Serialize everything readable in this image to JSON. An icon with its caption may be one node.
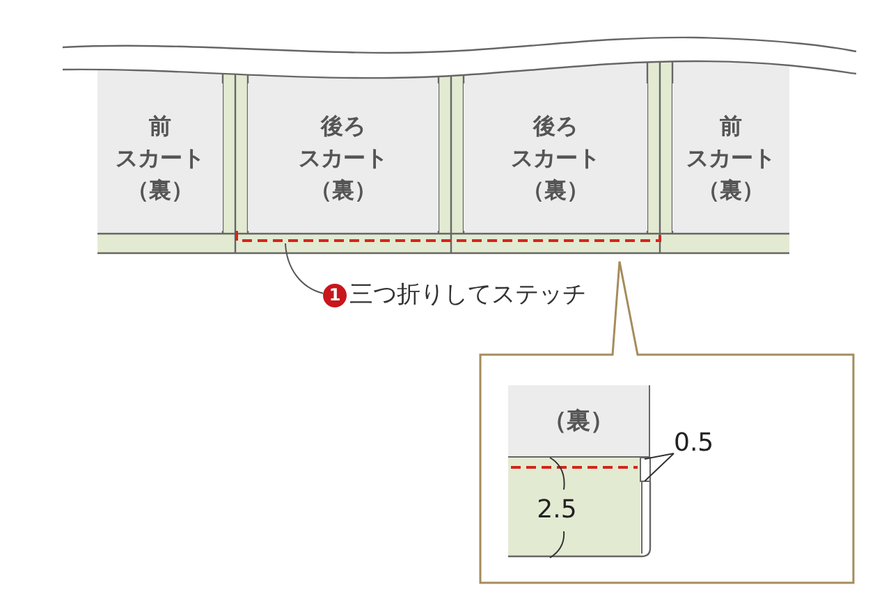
{
  "diagram": {
    "nodes": [
      {
        "text": [
          "前スカート（裏）"
        ]
      },
      {
        "text": [
          "後ろスカート（裏）"
        ]
      },
      {
        "text": [
          "後ろスカート（裏）"
        ]
      },
      {
        "text": [
          "前スカート（裏）"
        ]
      },
      {
        "text": [],
        "shape": "line"
      },
      {
        "text": [
          "1",
          "三つ折りしてステッチ"
        ]
      },
      {
        "text": [],
        "shape": "box"
      },
      {
        "text": [
          "（裏）"
        ],
        "in": 6
      }
    ],
    "edges": [
      {
        "from": 5,
        "to": 4,
        "arrow": "none"
      }
    ],
    "labels": [
      "0.5",
      "2.5"
    ]
  }
}
